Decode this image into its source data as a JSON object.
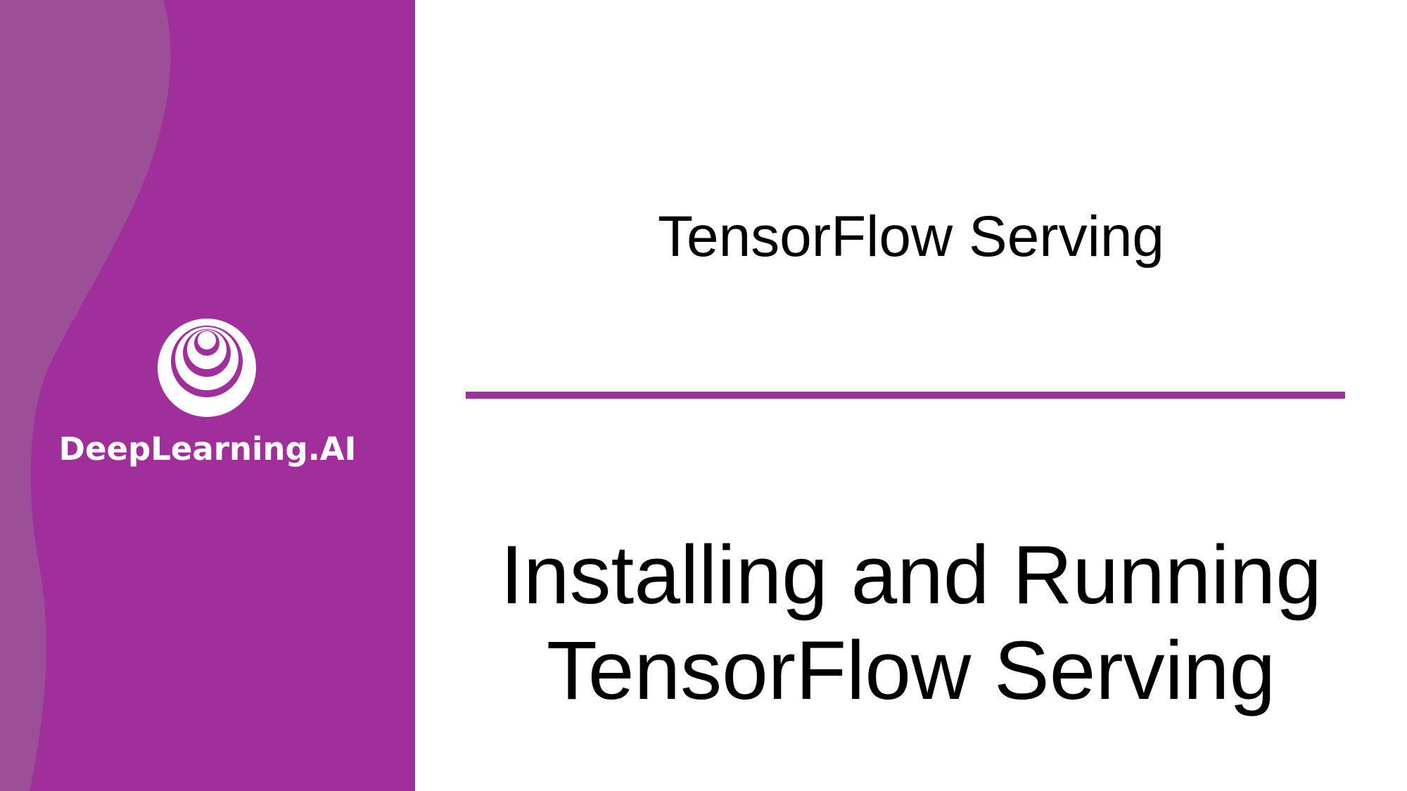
{
  "slide": {
    "brand": {
      "name": "DeepLearning.AI",
      "logo_icon": "deeplearning-ai-logo-icon",
      "colors": {
        "sidebar": "#a02e9b",
        "sidebar_wave": "#9c4f97",
        "accent": "#a02e9b",
        "logo": "#ffffff"
      }
    },
    "section_title": "TensorFlow Serving",
    "main_title": {
      "line1": "Installing and Running",
      "line2": "TensorFlow Serving"
    }
  }
}
